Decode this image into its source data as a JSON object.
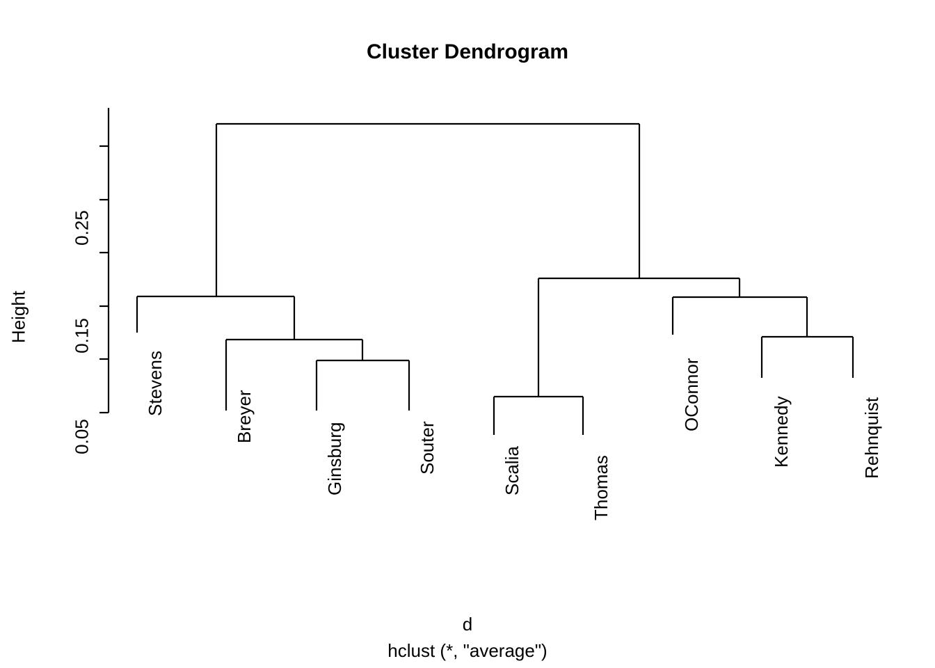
{
  "title": "Cluster Dendrogram",
  "axis": {
    "ylabel": "Height",
    "tick_labels": [
      "0.25",
      "0.15",
      "0.05"
    ]
  },
  "xlabel_main": "d",
  "xlabel_sub": "hclust (*, \"average\")",
  "leaves": [
    "Stevens",
    "Breyer",
    "Ginsburg",
    "Souter",
    "Scalia",
    "Thomas",
    "OConnor",
    "Kennedy",
    "Rehnquist"
  ],
  "chart_data": {
    "type": "line",
    "chart_kind": "dendrogram",
    "title": "Cluster Dendrogram",
    "xlabel": "d",
    "xlabel_sub": "hclust (*, \"average\")",
    "ylabel": "Height",
    "ylim": [
      0.05,
      0.3
    ],
    "yticks": [
      0.05,
      0.1,
      0.15,
      0.2,
      0.25,
      0.3
    ],
    "ytick_labels_shown": [
      "0.05",
      "0.15",
      "0.25"
    ],
    "grid": false,
    "legend": "none",
    "linkage_method": "average",
    "leaf_order": [
      "Stevens",
      "Breyer",
      "Ginsburg",
      "Souter",
      "Scalia",
      "Thomas",
      "OConnor",
      "Kennedy",
      "Rehnquist"
    ],
    "merges": [
      {
        "id": "m1",
        "left": "Scalia",
        "right": "Thomas",
        "height": 0.065
      },
      {
        "id": "m2",
        "left": "Ginsburg",
        "right": "Souter",
        "height": 0.099
      },
      {
        "id": "m3",
        "left": "Breyer",
        "right": "m2",
        "height": 0.119
      },
      {
        "id": "m4",
        "left": "Kennedy",
        "right": "Rehnquist",
        "height": 0.121
      },
      {
        "id": "m5",
        "left": "OConnor",
        "right": "m4",
        "height": 0.158
      },
      {
        "id": "m6",
        "left": "Stevens",
        "right": "m3",
        "height": 0.159
      },
      {
        "id": "m7",
        "left": "m1",
        "right": "m5",
        "height": 0.176
      },
      {
        "id": "m8",
        "left": "m6",
        "right": "m7",
        "height": 0.321
      }
    ],
    "colors": {
      "line": "#000000",
      "background": "#ffffff"
    }
  }
}
